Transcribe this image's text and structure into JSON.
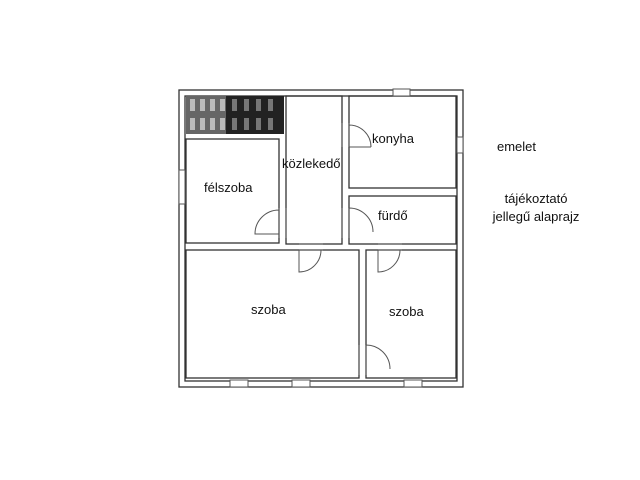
{
  "plan": {
    "rooms": {
      "felszoba": "félszoba",
      "kozlekedo": "közlekedő",
      "konyha": "konyha",
      "furdo": "fürdő",
      "szoba_left": "szoba",
      "szoba_right": "szoba"
    },
    "floor_label": "emelet",
    "note_line1": "tájékoztató",
    "note_line2": "jellegű alaprajz"
  }
}
